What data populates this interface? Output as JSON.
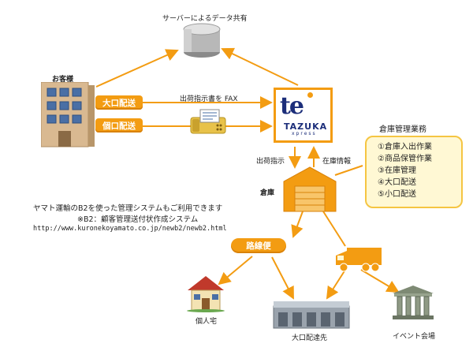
{
  "top_label": "サーバーによるデータ共有",
  "customer": {
    "label": "お客様"
  },
  "buttons": {
    "bulk": "大口配送",
    "individual": "個口配送"
  },
  "fax_label": "出荷指示書を FAX",
  "logo": {
    "mark": "te",
    "name": "TAZUKA",
    "sub": "xpress"
  },
  "arrows": {
    "ship_instruction": "出荷指示",
    "stock_info": "在庫情報"
  },
  "warehouse": {
    "label": "倉庫"
  },
  "operations": {
    "title": "倉庫管理業務",
    "items": [
      "①倉庫入出作業",
      "②商品保管作業",
      "③在庫管理",
      "④大口配送",
      "⑤小口配送"
    ]
  },
  "system_note": {
    "line1": "ヤマト運輸のB2を使った管理システムもご利用できます",
    "line2": "※B2：顧客管理送付状作成システム",
    "url": "http://www.kuronekoyamato.co.jp/newb2/newb2.html"
  },
  "route": {
    "label": "路線便"
  },
  "destinations": {
    "house": "個人宅",
    "bulk_dest": "大口配達先",
    "event": "イベント会場"
  },
  "colors": {
    "accent": "#f39c12",
    "note_bg": "#fff8d4",
    "note_border": "#f5c542",
    "logo_blue": "#1c2e7a"
  }
}
